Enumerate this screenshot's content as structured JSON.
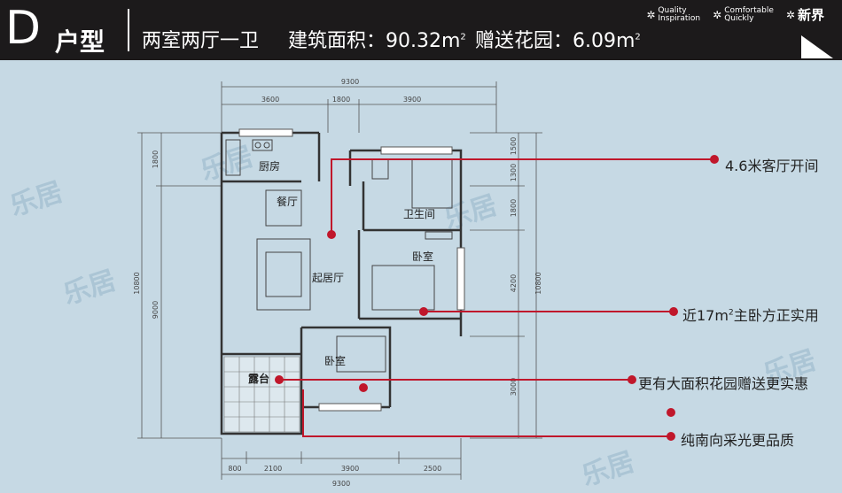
{
  "header": {
    "letter": "D",
    "type_label": "户型",
    "layout": "两室两厅一卫",
    "area_label": "建筑面积：90.32m",
    "area_sup": "2",
    "garden_label": "赠送花园：6.09m",
    "garden_sup": "2",
    "badges": [
      {
        "line1": "Quality",
        "line2": "Inspiration",
        "icon": "sparkle-icon"
      },
      {
        "line1": "Comfortable",
        "line2": "Quickly",
        "icon": "sparkle-icon"
      },
      {
        "line1": "新界",
        "line2": "",
        "icon": "sparkle-icon"
      }
    ],
    "accent": "#c0172b"
  },
  "rooms": {
    "kitchen": "厨房",
    "dining": "餐厅",
    "bathroom": "卫生间",
    "living": "起居厅",
    "master_bedroom": "卧室",
    "second_bedroom": "卧室",
    "terrace": "露台"
  },
  "dimensions": {
    "top_total": "9300",
    "top_segments": [
      "3600",
      "1800",
      "3900"
    ],
    "bottom_total": "9300",
    "bottom_segments": [
      "800",
      "2100",
      "3900",
      "2500"
    ],
    "left_total": "10800",
    "left_segments": [
      "1800",
      "9000"
    ],
    "right_total": "10800",
    "right_segments": [
      "1500",
      "1300",
      "1800",
      "4200",
      "3000"
    ]
  },
  "callouts": [
    {
      "text": "4.6米客厅开间",
      "sup": ""
    },
    {
      "text": "近17m",
      "sup": "2",
      "rest": "主卧方正实用"
    },
    {
      "text": "更有大面积花园赠送更实惠",
      "sup": ""
    },
    {
      "text": "纯南向采光更品质",
      "sup": ""
    }
  ],
  "watermarks": [
    "乐居",
    "乐居",
    "乐居",
    "乐居",
    "乐居",
    "乐居"
  ]
}
